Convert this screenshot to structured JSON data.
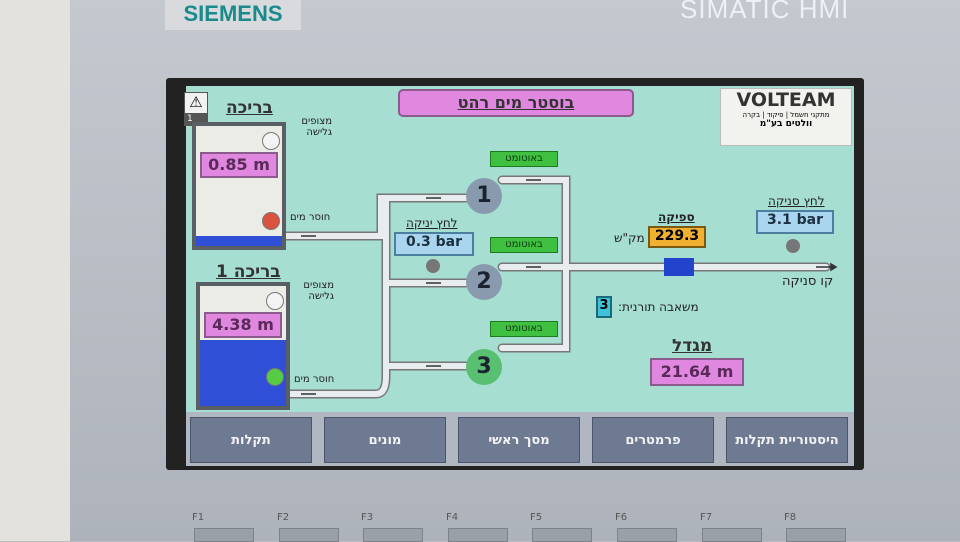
{
  "device": {
    "brand": "SIEMENS",
    "model": "SIMATIC HMI"
  },
  "header": {
    "title": "בוסטר מים רהט",
    "logo": {
      "name": "VOLTEAM",
      "tagline": "מתקני חשמל | פיקוד | בקרה",
      "company": "וולטים בע\"מ"
    },
    "alarm_count": "1"
  },
  "tanks": [
    {
      "title": "בריכה",
      "level": "0.85 m",
      "float_label": "מצופים גלישה",
      "low_label": "חוסר מים",
      "fill": 0.08
    },
    {
      "title": "בריכה 1",
      "level": "4.38 m",
      "float_label": "מצופים גלישה",
      "low_label": "חוסר מים",
      "fill": 0.55
    }
  ],
  "pumps": [
    {
      "number": "1",
      "mode": "באוטומט"
    },
    {
      "number": "2",
      "mode": "באוטומט"
    },
    {
      "number": "3",
      "mode": "באוטומט"
    }
  ],
  "suction": {
    "label": "לחץ יניקה",
    "value": "0.3 bar"
  },
  "flow": {
    "label": "ספיקה",
    "value": "229.3",
    "unit": "מק\"ש"
  },
  "discharge": {
    "label": "לחץ סניקה",
    "value": "3.1 bar",
    "line_label": "קו סניקה"
  },
  "duty_pump": {
    "label": "משאבה תורנית:",
    "value": "3"
  },
  "tower": {
    "label": "מגדל",
    "level": "21.64 m"
  },
  "nav": [
    "תקלות",
    "מונים",
    "מסך ראשי",
    "פרמטרים",
    "היסטוריית תקלות"
  ],
  "fkeys": [
    "F1",
    "F2",
    "F3",
    "F4",
    "F5",
    "F6",
    "F7",
    "F8"
  ],
  "colors": {
    "background": "#a6ded2",
    "level_box": "#e088e0",
    "running": "#40c040",
    "alarm": "#d9533f"
  }
}
